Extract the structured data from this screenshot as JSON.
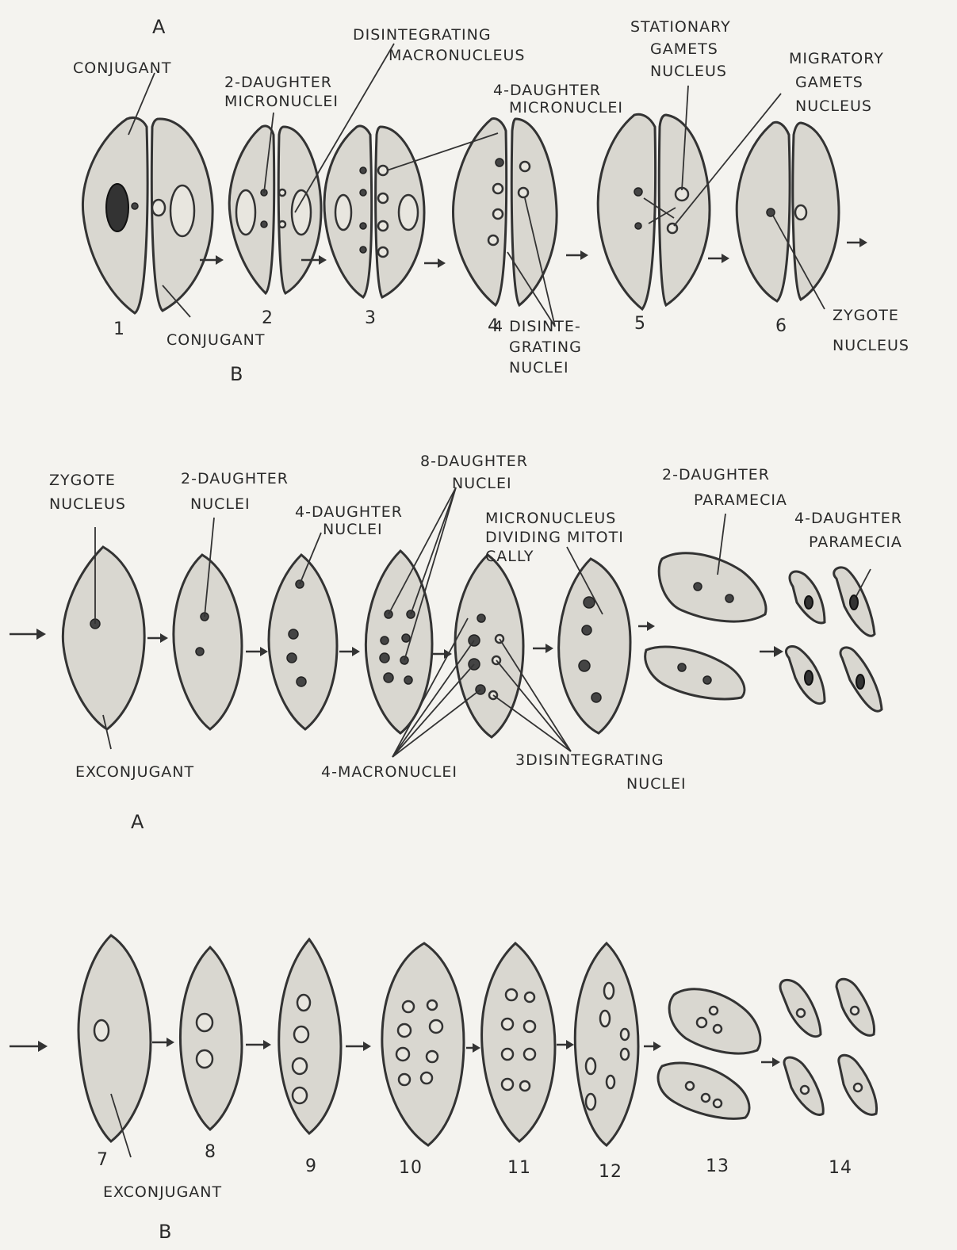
{
  "panel_top": {
    "labels": {
      "a": "A",
      "conjugant_top": "CONJUGANT",
      "disintegrating_macro": "DISINTEGRATING\nMACRONUCLEUS",
      "two_daughter_micro": "2-DAUGHTER\nMICRONUCLEI",
      "four_daughter_micro": "4-DAUGHTER\nMICRONUCLEI",
      "stationary": "STATIONARY\nGAMETS\nNUCLEUS",
      "migratory": "MIGRATORY\nGAMETS\nNUCLEUS",
      "conjugant_bottom": "CONJUGANT",
      "b": "B",
      "four_disintegrating": "4 DISINTE-\nGRATING\nNUCLEI",
      "zygote": "ZYGOTE\nNUCLEUS"
    },
    "stage_numbers": [
      "1",
      "2",
      "3",
      "4",
      "5",
      "6"
    ]
  },
  "panel_middle": {
    "labels": {
      "zygote": "ZYGOTE\nNUCLEUS",
      "two_daughter_nuclei": "2-DAUGHTER\nNUCLEI",
      "four_daughter_nuclei": "4-DAUGHTER\nNUCLEI",
      "eight_daughter_nuclei": "8-DAUGHTER\nNUCLEI",
      "micronucleus_dividing": "MICRONUCLEUS\nDIVIDING MITOTI\nCALLY",
      "two_daughter_paramecia": "2-DAUGHTER\nPARAMECIA",
      "four_daughter_paramecia": "4-DAUGHTER\nPARAMECIA",
      "exconjugant": "EXCONJUGANT",
      "four_macronuclei": "4-MACRONUCLEI",
      "three_disintegrating": "3DISINTEGRATING\nNUCLEI",
      "a": "A"
    }
  },
  "panel_bottom": {
    "stage_numbers": [
      "7",
      "8",
      "9",
      "10",
      "11",
      "12",
      "13",
      "14"
    ],
    "labels": {
      "exconjugant": "EXCONJUGANT",
      "b": "B"
    }
  }
}
